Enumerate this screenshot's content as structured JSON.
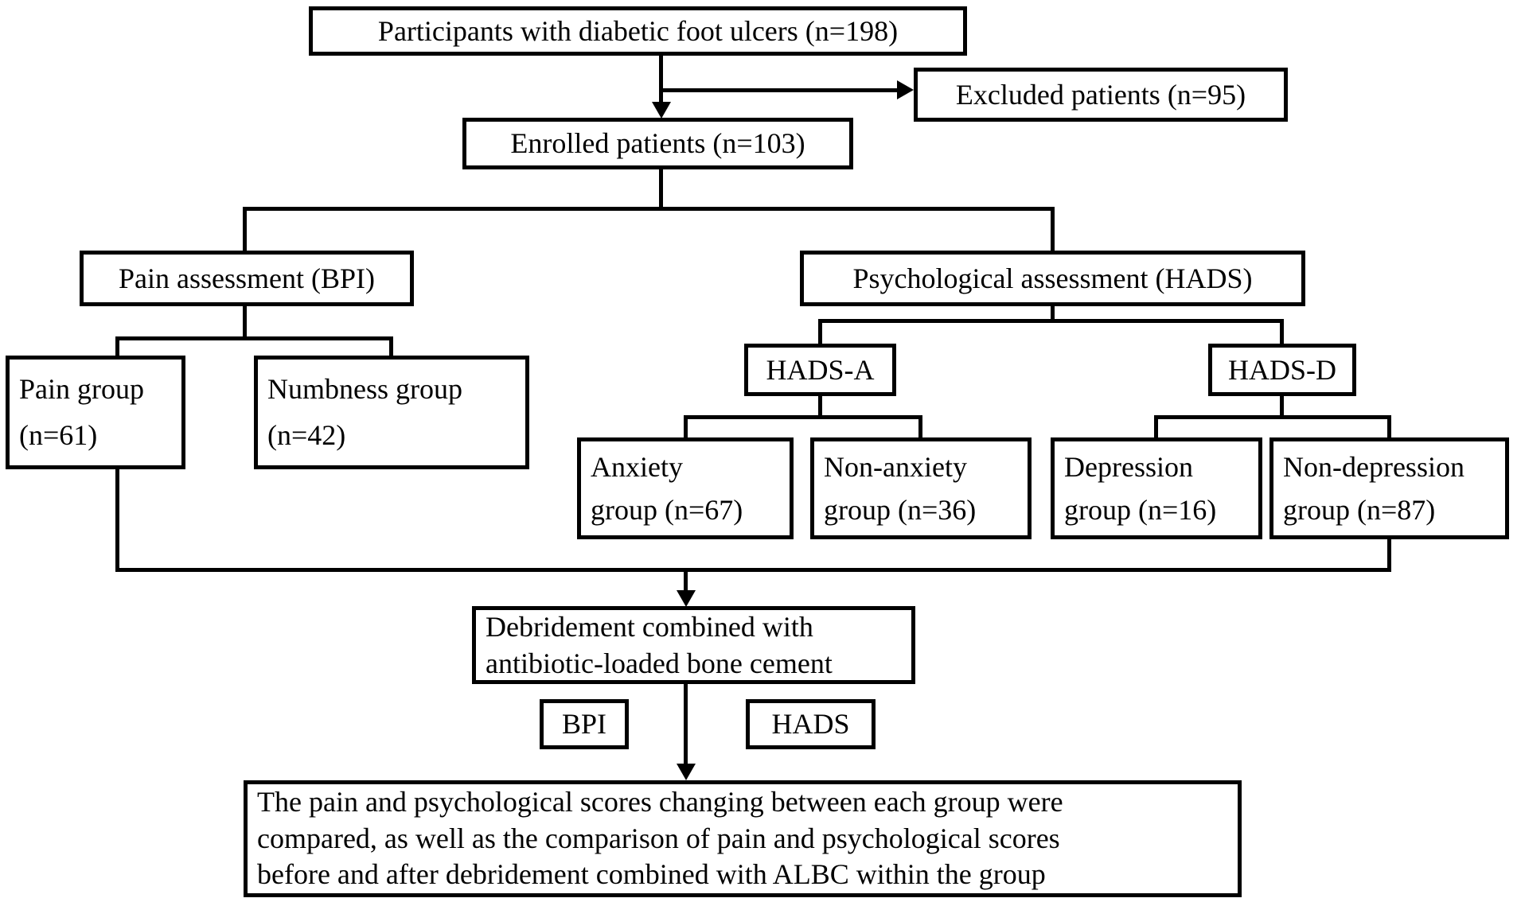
{
  "diagram": {
    "type": "study-flowchart",
    "nodes": {
      "participants": {
        "label": "Participants with diabetic foot ulcers (n=198)"
      },
      "excluded": {
        "label": "Excluded patients (n=95)"
      },
      "enrolled": {
        "label": "Enrolled patients (n=103)"
      },
      "pain_assessment": {
        "label": "Pain assessment (BPI)"
      },
      "psych_assessment": {
        "label": "Psychological assessment (HADS)"
      },
      "pain_group": {
        "label": "Pain group\n(n=61)"
      },
      "numbness_group": {
        "label": "Numbness group\n(n=42)"
      },
      "hads_a": {
        "label": "HADS-A"
      },
      "hads_d": {
        "label": "HADS-D"
      },
      "anxiety_group": {
        "label": "Anxiety\ngroup (n=67)"
      },
      "non_anxiety_group": {
        "label": "Non-anxiety\ngroup (n=36)"
      },
      "depression_group": {
        "label": "Depression\ngroup (n=16)"
      },
      "non_depression_group": {
        "label": "Non-depression\ngroup (n=87)"
      },
      "debridement": {
        "label": "Debridement combined with\nantibiotic-loaded bone cement"
      },
      "bpi": {
        "label": "BPI"
      },
      "hads": {
        "label": "HADS"
      },
      "outcome": {
        "label": "The pain and psychological scores changing between each group were\ncompared, as well as the comparison of pain and psychological scores\nbefore and after debridement combined with ALBC within the group"
      }
    },
    "colors": {
      "line": "#000000",
      "background": "#ffffff",
      "text": "#000000"
    }
  }
}
